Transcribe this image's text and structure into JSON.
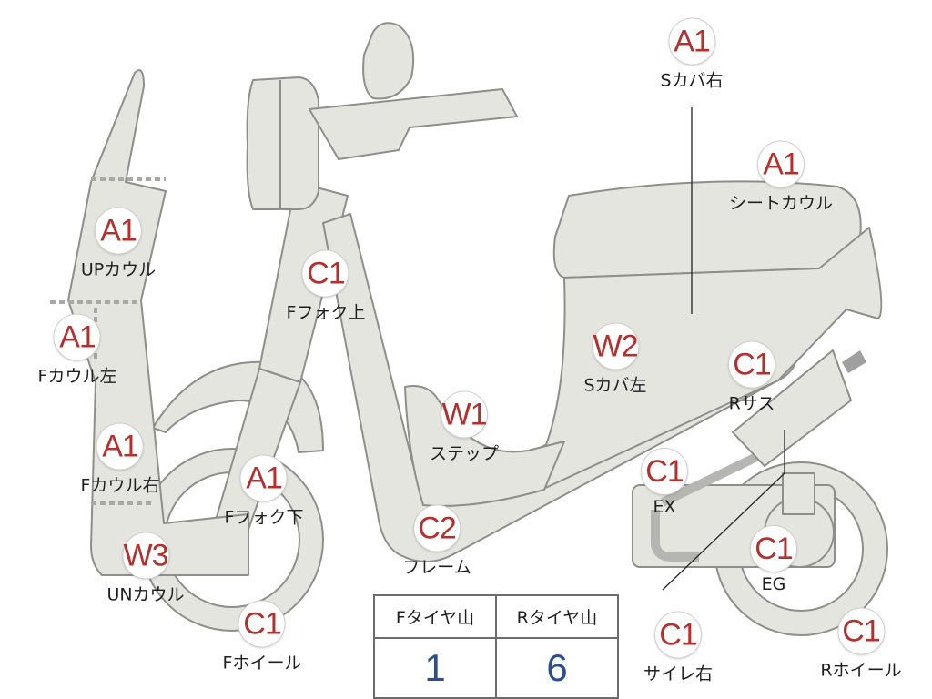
{
  "parts": [
    {
      "key": "s_cover_right",
      "grade": "A1",
      "label": "Sカバ右"
    },
    {
      "key": "seat_cowl",
      "grade": "A1",
      "label": "シートカウル"
    },
    {
      "key": "up_cowl",
      "grade": "A1",
      "label": "UPカウル"
    },
    {
      "key": "f_fork_upper",
      "grade": "C1",
      "label": "Fフォク上"
    },
    {
      "key": "f_cowl_left",
      "grade": "A1",
      "label": "Fカウル左"
    },
    {
      "key": "s_cover_left",
      "grade": "W2",
      "label": "Sカバ左"
    },
    {
      "key": "r_suspension",
      "grade": "C1",
      "label": "Rサス"
    },
    {
      "key": "step",
      "grade": "W1",
      "label": "ステップ"
    },
    {
      "key": "f_cowl_right",
      "grade": "A1",
      "label": "Fカウル右"
    },
    {
      "key": "f_fork_lower",
      "grade": "A1",
      "label": "Fフォク下"
    },
    {
      "key": "exhaust",
      "grade": "C1",
      "label": "EX"
    },
    {
      "key": "frame",
      "grade": "C2",
      "label": "フレーム"
    },
    {
      "key": "un_cowl",
      "grade": "W3",
      "label": "UNカウル"
    },
    {
      "key": "engine",
      "grade": "C1",
      "label": "EG"
    },
    {
      "key": "f_wheel",
      "grade": "C1",
      "label": "Fホイール"
    },
    {
      "key": "muffler_right",
      "grade": "C1",
      "label": "サイレ右"
    },
    {
      "key": "r_wheel",
      "grade": "C1",
      "label": "Rホイール"
    }
  ],
  "tire_tread": {
    "headers": [
      "Fタイヤ山",
      "Rタイヤ山"
    ],
    "values": [
      "1",
      "6"
    ]
  },
  "colors": {
    "grade_text": "#b52f2c",
    "tread_value": "#2b4e93",
    "part_fill": "#e5e5e0",
    "part_outline": "#8e8e8a"
  }
}
